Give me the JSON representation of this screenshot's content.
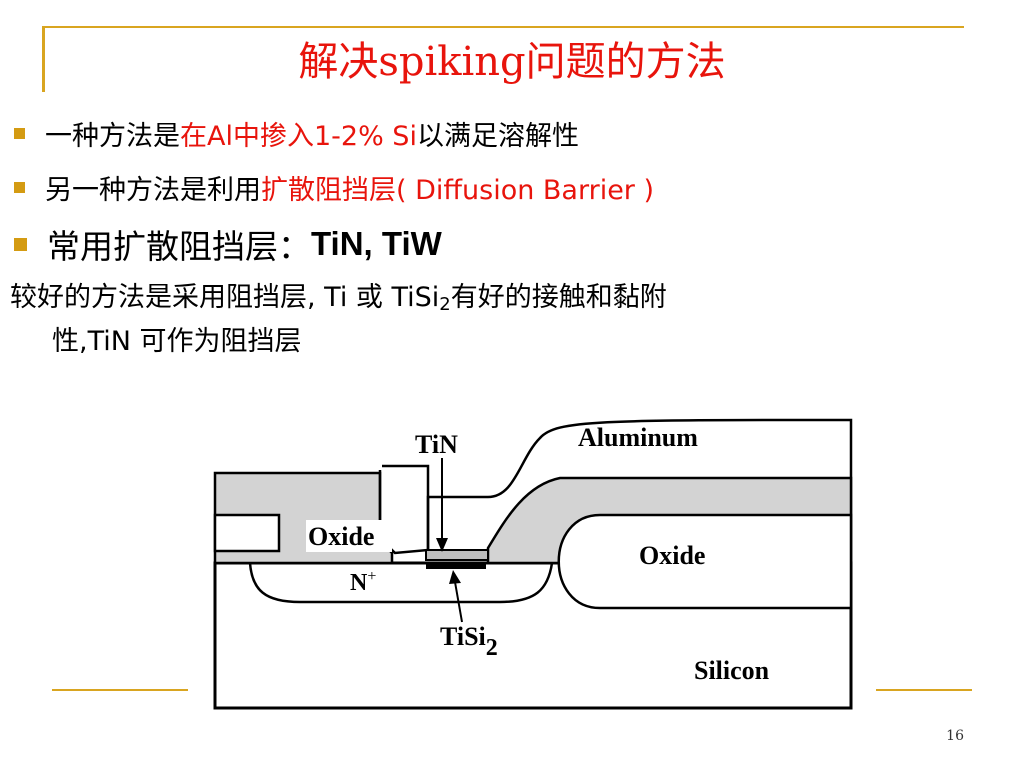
{
  "slide": {
    "title": "解决spiking问题的方法",
    "page_number": "16"
  },
  "bullets": [
    {
      "plain": "一种方法是",
      "highlight": "在Al中掺入1-2% Si",
      "tail": "以满足溶解性"
    },
    {
      "plain": "另一种方法是利用",
      "highlight": "扩散阻挡层( Diffusion Barrier )"
    },
    {
      "plain": "常用扩散阻挡层：",
      "emphasis": "TiN, TiW"
    }
  ],
  "paragraph": {
    "line1_before": "较好的方法是采用阻挡层, Ti 或 TiSi",
    "line1_sub": "2",
    "line1_after": "有好的接触和黏附",
    "line2": "性,TiN 可作为阻挡层"
  },
  "diagram": {
    "labels": {
      "tin": "TiN",
      "aluminum": "Aluminum",
      "oxide_left": "Oxide",
      "oxide_right": "Oxide",
      "n_plus": "N",
      "n_plus_sup": "+",
      "tisi2": "TiSi",
      "tisi2_sub": "2",
      "silicon": "Silicon"
    },
    "colors": {
      "oxide_fill": "#d3d3d3",
      "outline": "#000000",
      "accent_rule": "#d9a520"
    }
  }
}
